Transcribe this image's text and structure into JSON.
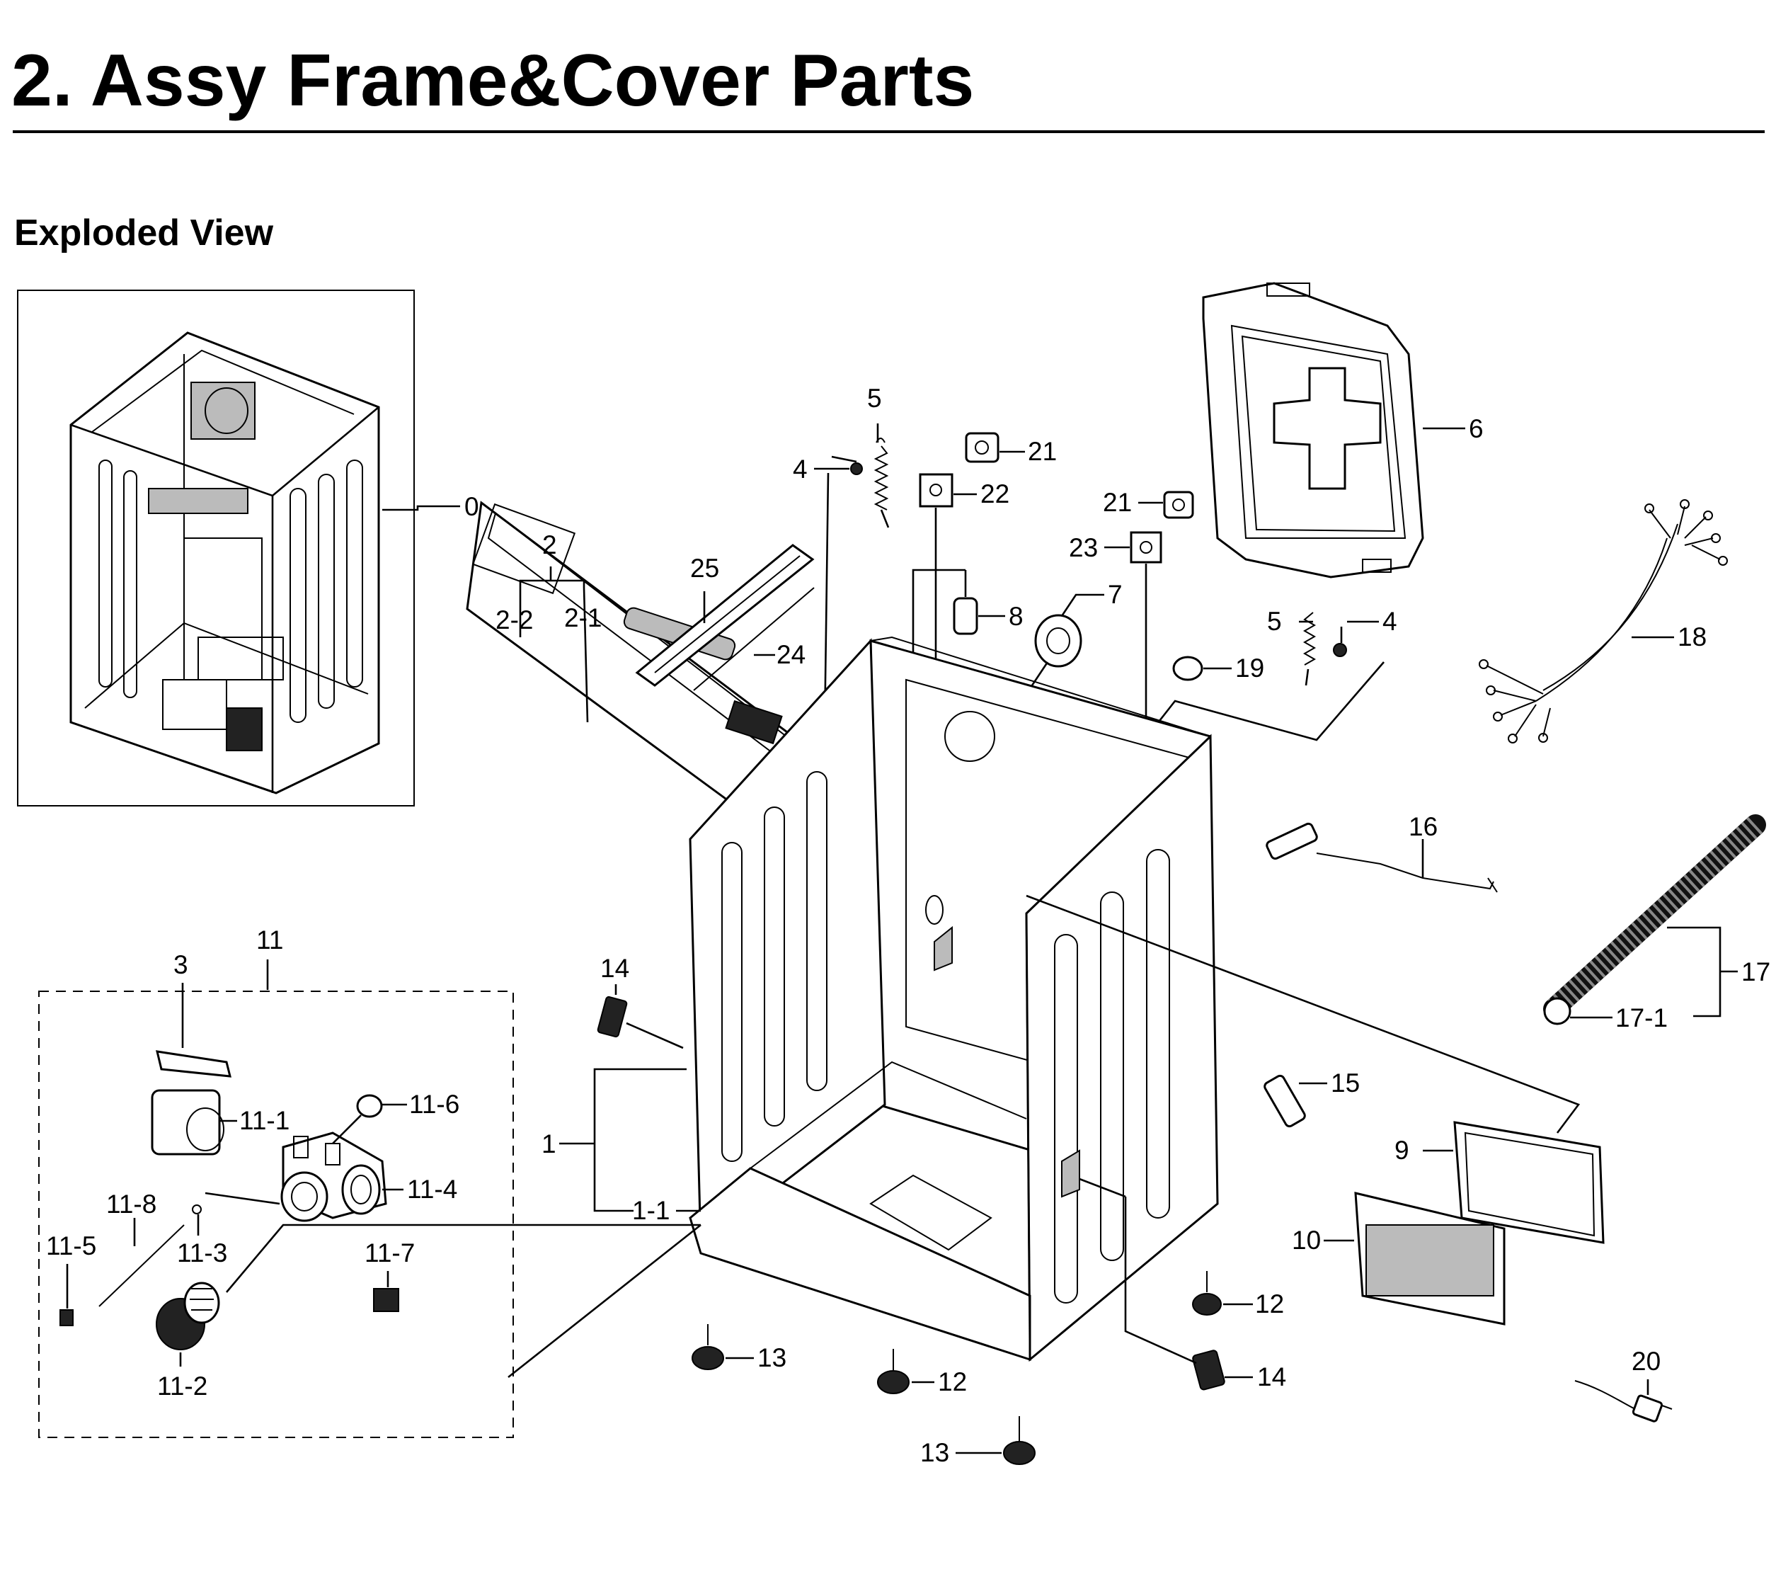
{
  "header": {
    "title": "2.  Assy Frame&Cover Parts",
    "subtitle": "Exploded View"
  },
  "callouts": [
    {
      "id": "c0",
      "text": "0"
    },
    {
      "id": "c1",
      "text": "1"
    },
    {
      "id": "c1-1",
      "text": "1-1"
    },
    {
      "id": "c2",
      "text": "2"
    },
    {
      "id": "c2-1",
      "text": "2-1"
    },
    {
      "id": "c2-2",
      "text": "2-2"
    },
    {
      "id": "c3",
      "text": "3"
    },
    {
      "id": "c4a",
      "text": "4"
    },
    {
      "id": "c4b",
      "text": "4"
    },
    {
      "id": "c5a",
      "text": "5"
    },
    {
      "id": "c5b",
      "text": "5"
    },
    {
      "id": "c6",
      "text": "6"
    },
    {
      "id": "c7",
      "text": "7"
    },
    {
      "id": "c8",
      "text": "8"
    },
    {
      "id": "c9",
      "text": "9"
    },
    {
      "id": "c10",
      "text": "10"
    },
    {
      "id": "c11",
      "text": "11"
    },
    {
      "id": "c11-1",
      "text": "11-1"
    },
    {
      "id": "c11-2",
      "text": "11-2"
    },
    {
      "id": "c11-3",
      "text": "11-3"
    },
    {
      "id": "c11-4",
      "text": "11-4"
    },
    {
      "id": "c11-5",
      "text": "11-5"
    },
    {
      "id": "c11-6",
      "text": "11-6"
    },
    {
      "id": "c11-7",
      "text": "11-7"
    },
    {
      "id": "c11-8",
      "text": "11-8"
    },
    {
      "id": "c12a",
      "text": "12"
    },
    {
      "id": "c12b",
      "text": "12"
    },
    {
      "id": "c13a",
      "text": "13"
    },
    {
      "id": "c13b",
      "text": "13"
    },
    {
      "id": "c14a",
      "text": "14"
    },
    {
      "id": "c14b",
      "text": "14"
    },
    {
      "id": "c15",
      "text": "15"
    },
    {
      "id": "c16",
      "text": "16"
    },
    {
      "id": "c17",
      "text": "17"
    },
    {
      "id": "c17-1",
      "text": "17-1"
    },
    {
      "id": "c18",
      "text": "18"
    },
    {
      "id": "c19",
      "text": "19"
    },
    {
      "id": "c20",
      "text": "20"
    },
    {
      "id": "c21a",
      "text": "21"
    },
    {
      "id": "c21b",
      "text": "21"
    },
    {
      "id": "c22",
      "text": "22"
    },
    {
      "id": "c23",
      "text": "23"
    },
    {
      "id": "c24",
      "text": "24"
    },
    {
      "id": "c25",
      "text": "25"
    }
  ]
}
